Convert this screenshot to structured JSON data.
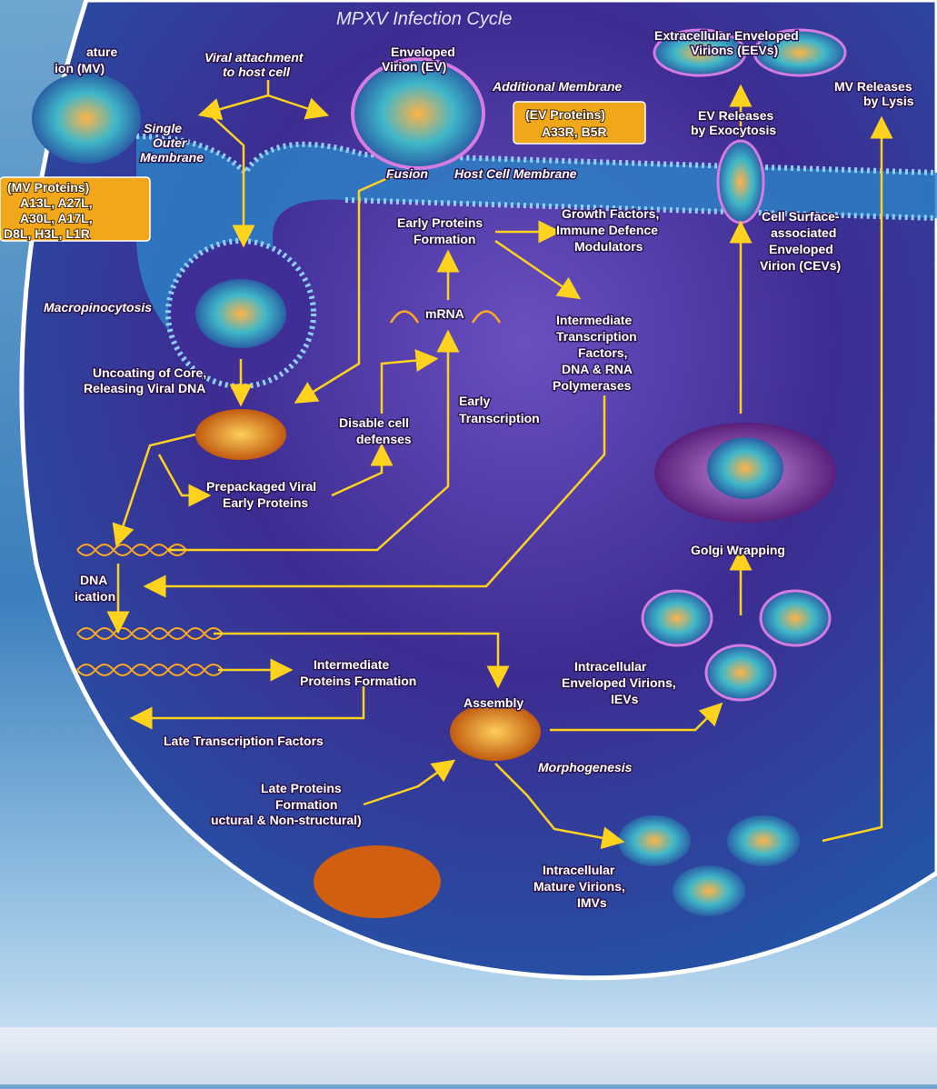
{
  "title": "MPXV Infection Cycle",
  "labels": {
    "mature_virion": [
      "ature",
      "ion (MV)"
    ],
    "viral_attachment": [
      "Viral attachment",
      "to host cell"
    ],
    "enveloped_virion": [
      "Enveloped",
      "Virion (EV)"
    ],
    "additional_membrane": "Additional Membrane",
    "ev_proteins": [
      "(EV Proteins)",
      "A33R, B5R"
    ],
    "single_outer_membrane": [
      "Single",
      "Outer",
      "Membrane"
    ],
    "mv_proteins": [
      "(MV Proteins)",
      "A13L, A27L,",
      "A30L, A17L,",
      "D8L, H3L, L1R"
    ],
    "fusion": "Fusion",
    "host_cell_membrane": "Host Cell Membrane",
    "eevs": [
      "Extracellular Enveloped",
      "Virions (EEVs)"
    ],
    "ev_releases": [
      "EV Releases",
      "by Exocytosis"
    ],
    "mv_releases": [
      "MV Releases",
      "by Lysis"
    ],
    "early_proteins": [
      "Early Proteins",
      "Formation"
    ],
    "growth_factors": [
      "Growth Factors,",
      "Immune Defence",
      "Modulators"
    ],
    "cevs": [
      "Cell Surface-",
      "associated",
      "Enveloped",
      "Virion (CEVs)"
    ],
    "macropinocytosis": "Macropinocytosis",
    "mrna": "mRNA",
    "intermediate_tf": [
      "Intermediate",
      "Transcription",
      "Factors,",
      "DNA & RNA",
      "Polymerases"
    ],
    "uncoating": [
      "Uncoating of Core,",
      "Releasing Viral DNA"
    ],
    "early_transcription": [
      "Early",
      "Transcription"
    ],
    "disable_defenses": [
      "Disable cell",
      "defenses"
    ],
    "prepackaged": [
      "Prepackaged Viral",
      "Early Proteins"
    ],
    "dna_replication": [
      "DNA",
      "ication"
    ],
    "golgi_wrapping": "Golgi Wrapping",
    "intermediate_proteins": [
      "Intermediate",
      "Proteins Formation"
    ],
    "ievs": [
      "Intracellular",
      "Enveloped Virions,",
      "IEVs"
    ],
    "assembly": "Assembly",
    "late_tf": "Late Transcription Factors",
    "morphogenesis": "Morphogenesis",
    "late_proteins": [
      "Late Proteins",
      "Formation",
      "uctural & Non-structural)"
    ],
    "imvs": [
      "Intracellular",
      "Mature Virions,",
      "IMVs"
    ]
  },
  "colors": {
    "arrow": "#ffd21e",
    "label_box": "#f0a81a",
    "membrane": "#4aa3e0",
    "background_inner": "#3a2a8a"
  }
}
